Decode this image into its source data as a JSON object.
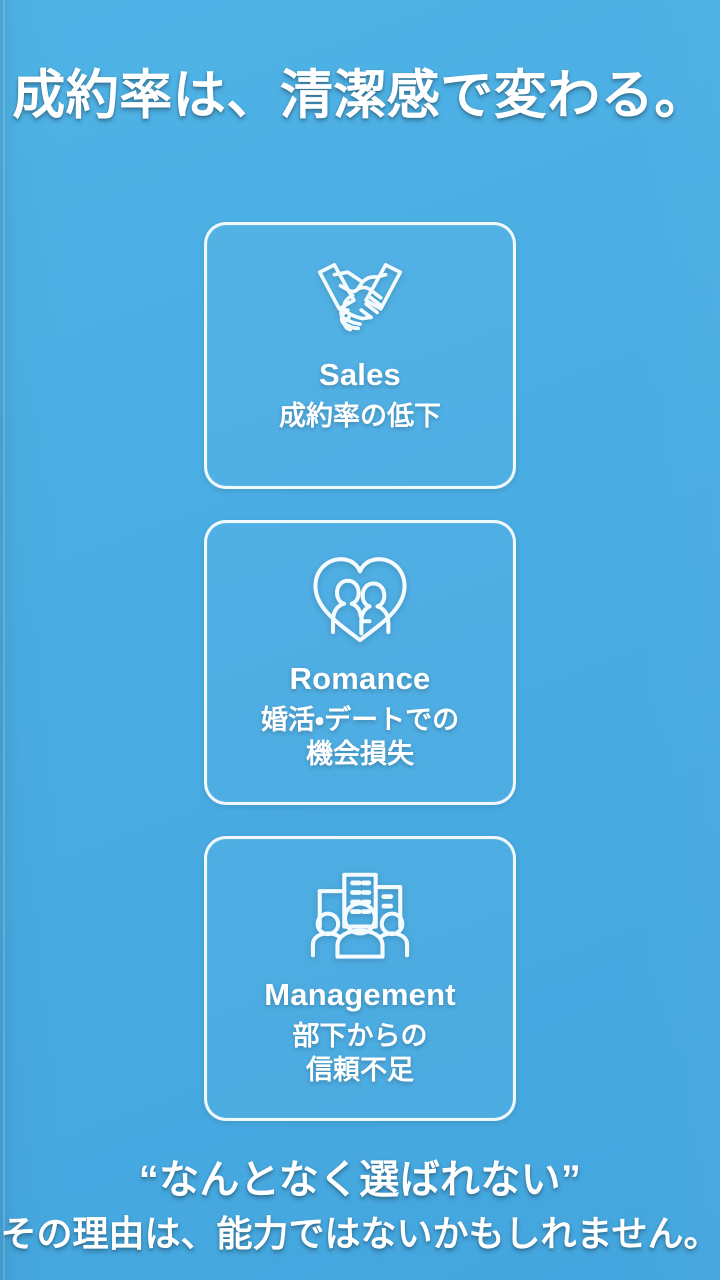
{
  "theme": {
    "background_color": "#4cb0e4",
    "accent_color": "#ffffff",
    "card_border_color": "#f4fbff",
    "icon_color": "#f4fbff"
  },
  "headline": {
    "text": "成約率は、清潔感で変わる。"
  },
  "cards": [
    {
      "icon": "handshake-icon",
      "title": "Sales",
      "subtitle": "成約率の低下"
    },
    {
      "icon": "heart-couple-icon",
      "title": "Romance",
      "subtitle": "婚活・デートでの\n機会損失"
    },
    {
      "icon": "office-team-icon",
      "title": "Management",
      "subtitle": "部下からの\n信頼不足"
    }
  ],
  "footer": {
    "quote": "“なんとなく選ばれない”",
    "line": "その理由は、能力ではないかもしれません。"
  }
}
